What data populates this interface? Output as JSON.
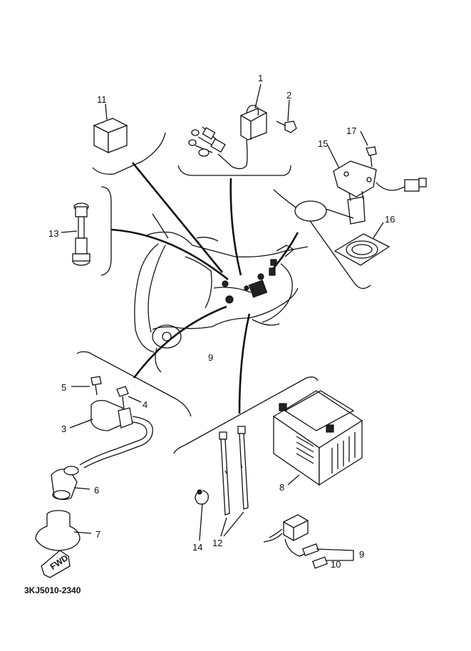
{
  "diagram": {
    "part_code": "3KJ5010-2340",
    "fwd_text": "FWD",
    "callouts": {
      "c1": "1",
      "c2": "2",
      "c3": "3",
      "c4": "4",
      "c5": "5",
      "c6": "6",
      "c7": "7",
      "c8": "8",
      "c9a": "9",
      "c9b": "9",
      "c10": "10",
      "c11": "11",
      "c12": "12",
      "c13": "13",
      "c14": "14",
      "c15": "15",
      "c16": "16",
      "c17": "17"
    }
  }
}
